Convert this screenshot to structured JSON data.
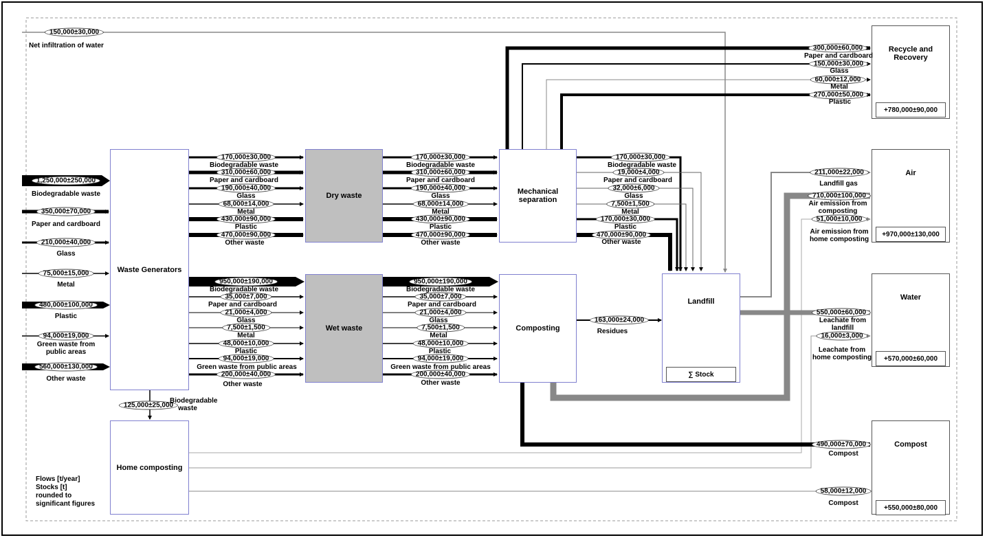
{
  "boxes": {
    "waste_generators": "Waste Generators",
    "dry_waste": "Dry waste",
    "wet_waste": "Wet waste",
    "mechanical_separation": "Mechanical separation",
    "composting": "Composting",
    "home_composting": "Home composting",
    "landfill": "Landfill",
    "landfill_stock": "∑ Stock",
    "recycle": "Recycle and Recovery",
    "recycle_total": "+780,000±90,000",
    "air": "Air",
    "air_total": "+970,000±130,000",
    "water": "Water",
    "water_total": "+570,000±60,000",
    "compost": "Compost",
    "compost_total": "+550,000±80,000"
  },
  "legend": [
    "Flows [t/year]",
    "Stocks [t]",
    "rounded to",
    "significant figures"
  ],
  "infiltration": {
    "value": "150,000±30,000",
    "label": "Net infiltration of water"
  },
  "inputs": [
    {
      "value": "1,250,000±250,000",
      "label": "Biodegradable waste"
    },
    {
      "value": "350,000±70,000",
      "label": "Paper and cardboard"
    },
    {
      "value": "210,000±40,000",
      "label": "Glass"
    },
    {
      "value": "75,000±15,000",
      "label": "Metal"
    },
    {
      "value": "480,000±100,000",
      "label": "Plastic"
    },
    {
      "value": "94,000±19,000",
      "label": "Green waste from public areas"
    },
    {
      "value": "560,000±130,000",
      "label": "Other waste"
    }
  ],
  "gen_to_dry": [
    {
      "value": "170,000±30,000",
      "label": "Biodegradable waste"
    },
    {
      "value": "310,000±60,000",
      "label": "Paper and cardboard"
    },
    {
      "value": "190,000±40,000",
      "label": "Glass"
    },
    {
      "value": "68,000±14,000",
      "label": "Metal"
    },
    {
      "value": "430,000±90,000",
      "label": "Plastic"
    },
    {
      "value": "470,000±90,000",
      "label": "Other waste"
    }
  ],
  "dry_to_mech": [
    {
      "value": "170,000±30,000",
      "label": "Biodegradable waste"
    },
    {
      "value": "310,000±60,000",
      "label": "Paper and cardboard"
    },
    {
      "value": "190,000±40,000",
      "label": "Glass"
    },
    {
      "value": "68,000±14,000",
      "label": "Metal"
    },
    {
      "value": "430,000±90,000",
      "label": "Plastic"
    },
    {
      "value": "470,000±90,000",
      "label": "Other waste"
    }
  ],
  "mech_to_landfill": [
    {
      "value": "170,000±30,000",
      "label": "Biodegradable waste"
    },
    {
      "value": "19,000±4,000",
      "label": "Paper and cardboard"
    },
    {
      "value": "32,000±6,000",
      "label": "Glass"
    },
    {
      "value": "7,500±1,500",
      "label": "Metal"
    },
    {
      "value": "170,000±30,000",
      "label": "Plastic"
    },
    {
      "value": "470,000±90,000",
      "label": "Other waste"
    }
  ],
  "gen_to_wet": [
    {
      "value": "950,000±190,000",
      "label": "Biodegradable waste"
    },
    {
      "value": "35,000±7,000",
      "label": "Paper and cardboard"
    },
    {
      "value": "21,000±4,000",
      "label": "Glass"
    },
    {
      "value": "7,500±1,500",
      "label": "Metal"
    },
    {
      "value": "48,000±10,000",
      "label": "Plastic"
    },
    {
      "value": "94,000±19,000",
      "label": "Green waste from public areas"
    },
    {
      "value": "200,000±40,000",
      "label": "Other waste"
    }
  ],
  "wet_to_comp": [
    {
      "value": "950,000±190,000",
      "label": "Biodegradable waste"
    },
    {
      "value": "35,000±7,000",
      "label": "Paper and cardboard"
    },
    {
      "value": "21,000±4,000",
      "label": "Glass"
    },
    {
      "value": "7,500±1,500",
      "label": "Metal"
    },
    {
      "value": "48,000±10,000",
      "label": "Plastic"
    },
    {
      "value": "94,000±19,000",
      "label": "Green waste from public areas"
    },
    {
      "value": "200,000±40,000",
      "label": "Other waste"
    }
  ],
  "home_flow": {
    "value": "125,000±25,000",
    "label": "Biodegradable waste"
  },
  "residues": {
    "value": "163,000±24,000",
    "label": "Residues"
  },
  "recycle_flows": [
    {
      "value": "300,000±60,000",
      "label": "Paper and cardboard"
    },
    {
      "value": "150,000±30,000",
      "label": "Glass"
    },
    {
      "value": "60,000±12,000",
      "label": "Metal"
    },
    {
      "value": "270,000±50,000",
      "label": "Plastic"
    }
  ],
  "air_flows": [
    {
      "value": "211,000±22,000",
      "label": "Landfill gas"
    },
    {
      "value": "710,000±100,000",
      "label": "Air emission from composting"
    },
    {
      "value": "51,000±10,000",
      "label": "Air emission from home composting"
    }
  ],
  "water_flows": [
    {
      "value": "550,000±60,000",
      "label": "Leachate from landfill"
    },
    {
      "value": "16,000±3,000",
      "label": "Leachate from home composting"
    }
  ],
  "compost_flows": [
    {
      "value": "490,000±70,000",
      "label": "Compost"
    },
    {
      "value": "58,000±12,000",
      "label": "Compost"
    }
  ]
}
